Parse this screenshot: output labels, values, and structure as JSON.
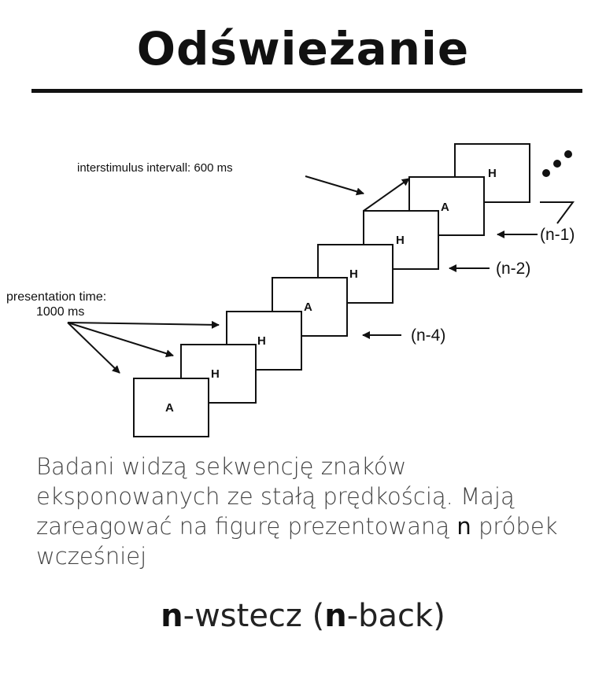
{
  "title": "Odświeżanie",
  "diagram": {
    "isi_label": "interstimulus intervall: 600 ms",
    "presentation_line1": "presentation time:",
    "presentation_line2": "1000 ms",
    "letters": [
      "A",
      "H",
      "H",
      "A",
      "H",
      "H",
      "A",
      "H"
    ],
    "n1": "(n-1)",
    "n2": "(n-2)",
    "n4": "(n-4)",
    "dots": "• • •"
  },
  "description": {
    "part1": "Badani widzą sekwencję znaków eksponowanych ze stałą prędkością. Mają zareagować na figurę prezentowaną ",
    "bold_n": "n",
    "part2": " próbek wcześniej"
  },
  "nback": {
    "n1": "n",
    "text1": "-wstecz (",
    "n2": "n",
    "text2": "-back)"
  }
}
